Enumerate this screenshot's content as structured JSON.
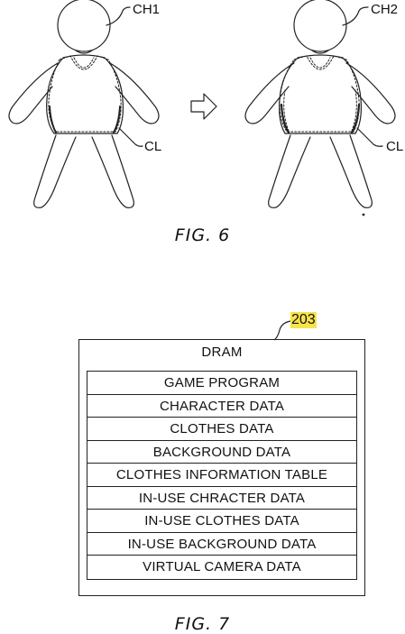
{
  "fig6": {
    "label_ch1": "CH1",
    "label_ch2": "CH2",
    "label_cl_left": "CL",
    "label_cl_right": "CL",
    "caption": "FIG. 6"
  },
  "fig7": {
    "ref_number": "203",
    "title": "DRAM",
    "rows": [
      "GAME PROGRAM",
      "CHARACTER DATA",
      "CLOTHES DATA",
      "BACKGROUND DATA",
      "CLOTHES INFORMATION TABLE",
      "IN-USE CHRACTER DATA",
      "IN-USE CLOTHES DATA",
      "IN-USE BACKGROUND DATA",
      "VIRTUAL CAMERA DATA"
    ],
    "caption": "FIG. 7"
  }
}
